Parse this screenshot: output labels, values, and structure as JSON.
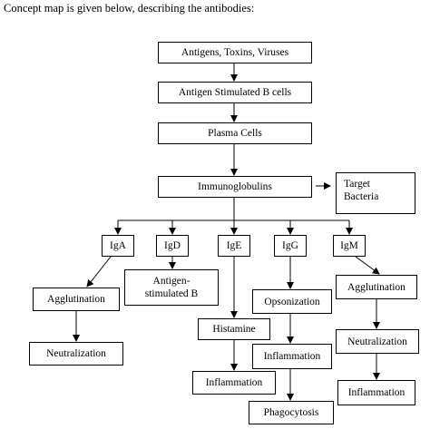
{
  "intro_text": "Concept map is given below, describing the antibodies:",
  "nodes": {
    "antigens": "Antigens, Toxins, Viruses",
    "b_cells": "Antigen Stimulated B cells",
    "plasma": "Plasma Cells",
    "immunoglobulins": "Immunoglobulins",
    "target_bacteria_1": "Target",
    "target_bacteria_2": "Bacteria",
    "iga": "IgA",
    "igd": "IgD",
    "ige": "IgE",
    "igg": "IgG",
    "igm": "IgM",
    "agglutination_a": "Agglutination",
    "neutralization_a": "Neutralization",
    "antigen_stim_1": "Antigen-",
    "antigen_stim_2": "stimulated B",
    "histamine": "Histamine",
    "inflammation_e": "Inflammation",
    "opsonization": "Opsonization",
    "inflammation_g": "Inflammation",
    "phagocytosis": "Phagocytosis",
    "agglutination_m": "Agglutination",
    "neutralization_m": "Neutralization",
    "inflammation_m": "Inflammation"
  }
}
